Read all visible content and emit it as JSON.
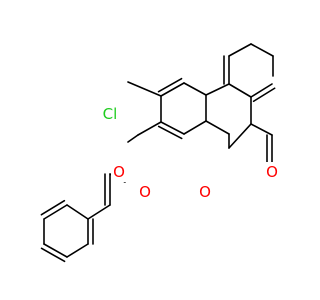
{
  "diagram": {
    "atoms": {
      "chlorine": "Cl",
      "ester_oxygen": "O",
      "carbonyl_oxygen_benzoyl": "O",
      "ring_oxygen": "O",
      "lactone_carbonyl_oxygen": "O"
    },
    "colors": {
      "bond": "#000000",
      "oxygen": "#ff0000",
      "chlorine": "#1fcc1f",
      "background": "#ffffff"
    }
  }
}
